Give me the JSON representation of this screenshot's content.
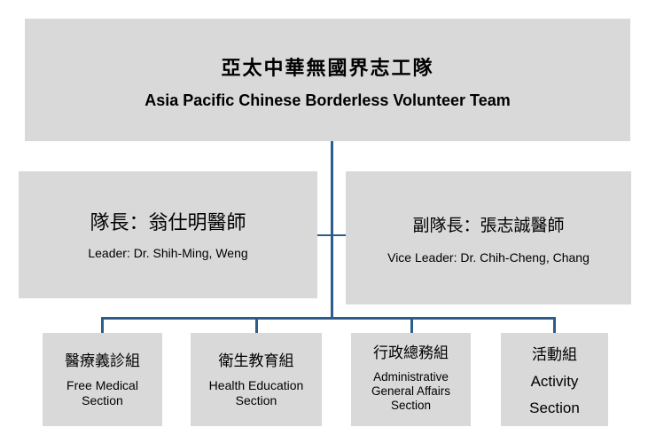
{
  "team": {
    "name_zh": "亞太中華無國界志工隊",
    "name_en": "Asia Pacific Chinese Borderless Volunteer Team"
  },
  "leader": {
    "title_zh": "隊長：翁仕明醫師",
    "title_en": "Leader: Dr. Shih-Ming, Weng"
  },
  "vice_leader": {
    "title_zh": "副隊長：張志誠醫師",
    "title_en": "Vice Leader: Dr. Chih-Cheng, Chang"
  },
  "sections": [
    {
      "name_zh": "醫療義診組",
      "name_en": "Free Medical\nSection"
    },
    {
      "name_zh": "衛生教育組",
      "name_en": "Health Education\nSection"
    },
    {
      "name_zh": "行政總務組",
      "name_en": "Administrative\nGeneral Affairs\nSection"
    },
    {
      "name_zh": "活動組",
      "name_en": "Activity\nSection"
    }
  ],
  "colors": {
    "box_fill": "#d9d9d9",
    "connector": "#2e5d8c"
  }
}
